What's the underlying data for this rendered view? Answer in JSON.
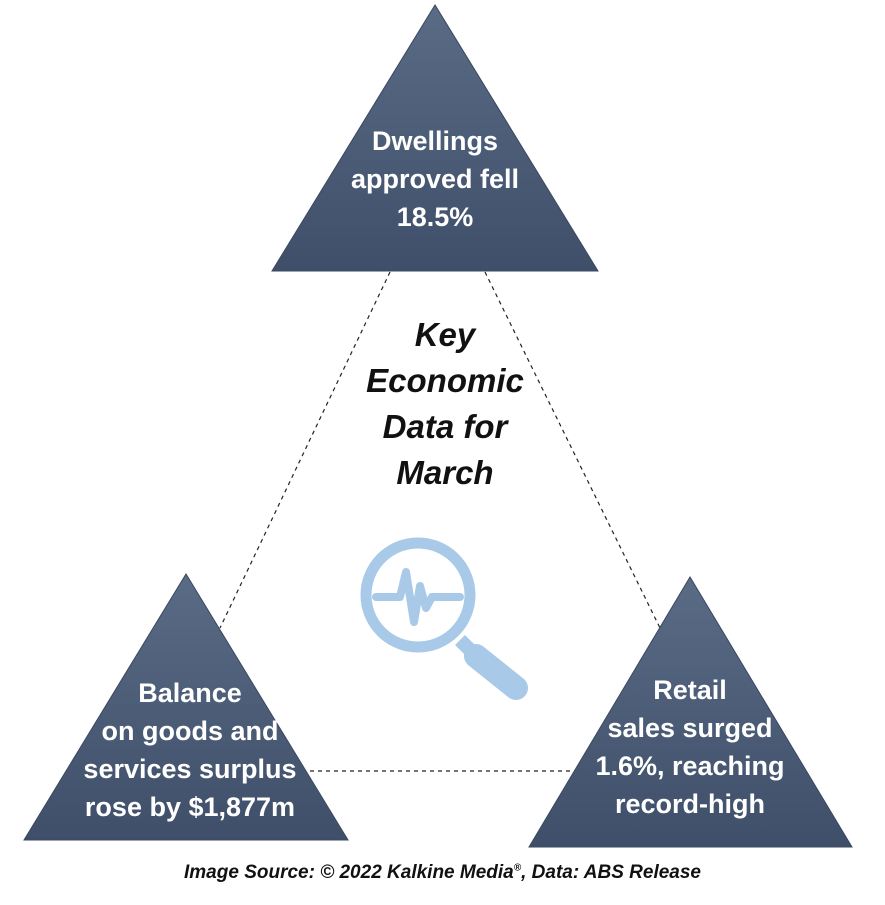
{
  "top_node": {
    "lines": [
      "Dwellings",
      "approved fell",
      "18.5%"
    ]
  },
  "left_node": {
    "lines": [
      "Balance",
      "on goods and",
      "services surplus",
      "rose by $1,877m"
    ]
  },
  "right_node": {
    "lines": [
      "Retail",
      "sales surged",
      "1.6%, reaching",
      "record-high"
    ]
  },
  "center": {
    "lines": [
      "Key",
      "Economic",
      "Data for",
      "March"
    ],
    "icon": "magnifier-pulse-icon"
  },
  "footer": {
    "source_prefix": "Image Source: © 2022 Kalkine Media",
    "registered_mark": "®",
    "source_suffix": ", Data: ABS Release"
  },
  "colors": {
    "triangle": "#4d5e79",
    "triangle_edge": "#3a4860",
    "icon": "#a9c9e8",
    "text_dark": "#111111"
  }
}
